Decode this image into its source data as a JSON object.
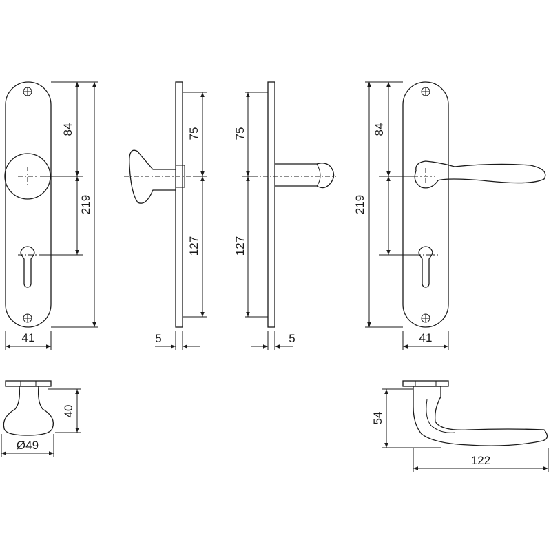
{
  "drawing": {
    "front_knob": {
      "plate_width": "41",
      "knob_to_axis": "84",
      "total_height": "219"
    },
    "side_knob": {
      "upper": "75",
      "lower": "127",
      "plate_thickness": "5"
    },
    "side_lever": {
      "upper": "75",
      "lower": "127",
      "plate_thickness": "5"
    },
    "front_lever": {
      "plate_width": "41",
      "knob_to_axis": "84",
      "total_height": "219"
    },
    "knob_detail": {
      "height": "40",
      "diameter": "Ø49"
    },
    "lever_detail": {
      "height": "54",
      "length": "122"
    }
  }
}
